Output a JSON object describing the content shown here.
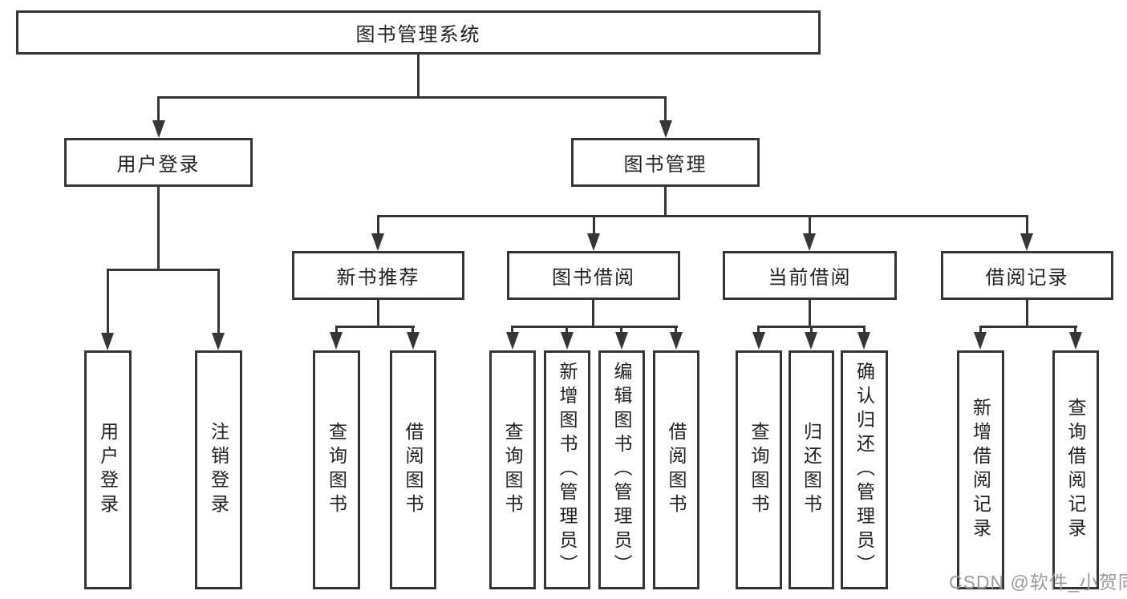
{
  "diagram": {
    "root_label": "图书管理系统",
    "level2": {
      "user_login": "用户登录",
      "book_management": "图书管理"
    },
    "level3": {
      "new_book_recommendation": "新书推荐",
      "book_borrowing": "图书借阅",
      "current_borrowing": "当前借阅",
      "borrowing_records": "借阅记录"
    },
    "leaves": {
      "user_login_children": [
        "用户登录",
        "注销登录"
      ],
      "new_book_recommendation_children": [
        "查询图书",
        "借阅图书"
      ],
      "book_borrowing_children": [
        "查询图书",
        "新增图书（管理员）",
        "编辑图书（管理员）",
        "借阅图书"
      ],
      "current_borrowing_children": [
        "查询图书",
        "归还图书",
        "确认归还（管理员）"
      ],
      "borrowing_records_children": [
        "新增借阅记录",
        "查询借阅记录"
      ]
    }
  },
  "watermark": {
    "text": "CSDN @软件_小贺同学"
  },
  "colors": {
    "line": "#363636",
    "text": "#212121",
    "watermark": "#9b9b9b",
    "background": "#ffffff"
  }
}
